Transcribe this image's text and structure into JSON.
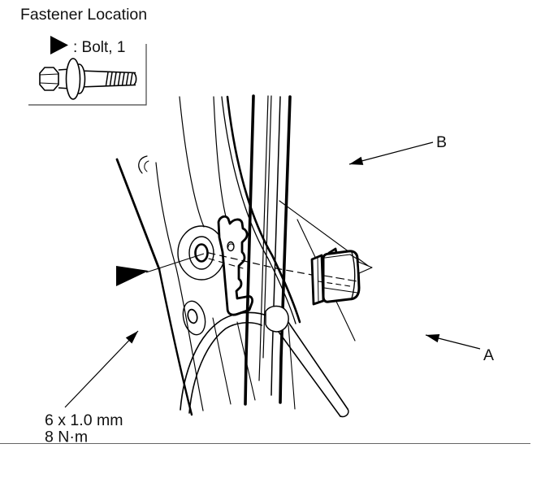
{
  "page": {
    "background": "#ffffff",
    "ink": "#000000",
    "divider_color": "#666666"
  },
  "title": "Fastener Location",
  "legend": {
    "label": ": Bolt, 1",
    "marker_color": "#000000"
  },
  "callouts": {
    "a": "A",
    "b": "B"
  },
  "torque": {
    "line1": "6 x 1.0 mm",
    "line2": "8 N·m"
  }
}
